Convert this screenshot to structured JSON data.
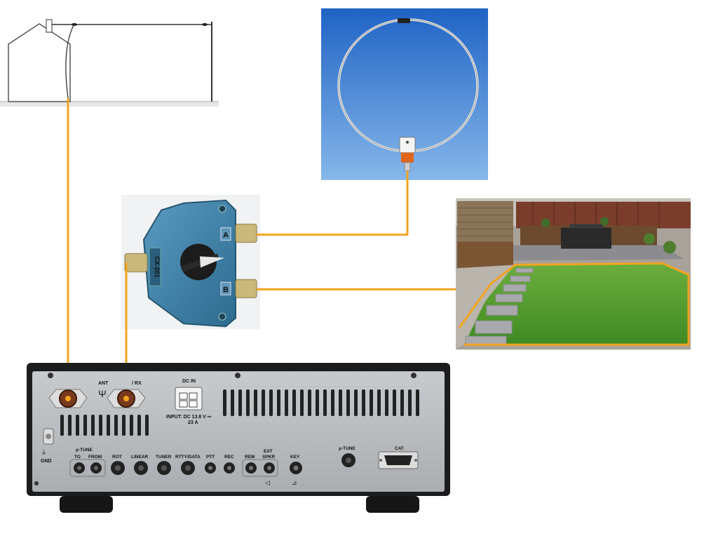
{
  "colors": {
    "cable": "#f2a41f",
    "sky_top": "#1f63c4",
    "sky_bottom": "#86b7ea",
    "switch_blue": "#3d7fa6",
    "radio_body": "#1c1c1e",
    "radio_panel": "#b9bcc0",
    "lawn": "#4f9a2c",
    "fence": "#7a3d2b"
  },
  "radio": {
    "ant_label": "ANT",
    "rx_label": "/ RX",
    "dc_label": "DC IN",
    "input_label": "INPUT: DC 13.8 V ⎓",
    "amp_label": "23 A",
    "gnd_label": "GND",
    "tune_top_label": "μ-TUNE",
    "to_label": "TO",
    "from_label": "FROM",
    "rot_label": "ROT",
    "linear_label": "LINEAR",
    "tuner_label": "TUNER",
    "rtty_label": "RTTY/DATA",
    "ptt_label": "PTT",
    "rec_label": "REC",
    "rem_label": "REM",
    "ext_label": "EXT",
    "spkr_label": "SPKR",
    "key_label": "KEY",
    "tune_label": "μ-TUNE",
    "cat_label": "CAT"
  },
  "switch": {
    "port_a": "A",
    "port_b": "B",
    "model": "CX-201"
  },
  "icons": {
    "house": "house-icon",
    "loop": "magnetic-loop-antenna-icon",
    "garden": "garden-lawn-icon"
  }
}
